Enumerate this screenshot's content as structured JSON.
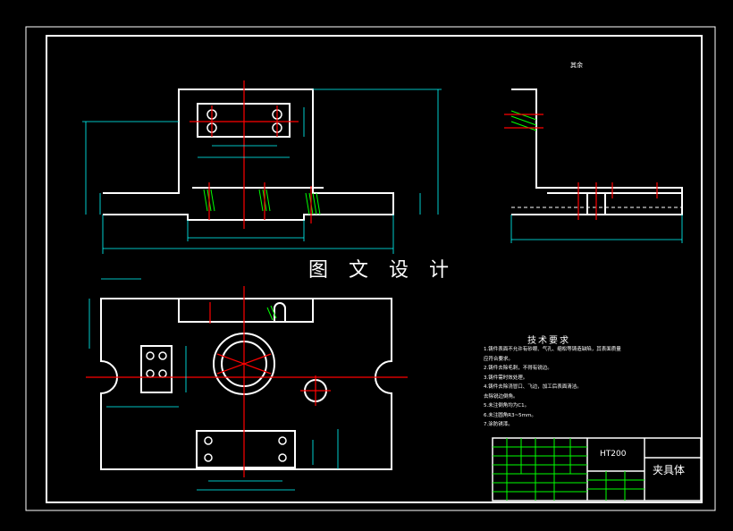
{
  "watermark": "图 文 设 计",
  "roughness_note": "其余",
  "tech_requirements": {
    "title": "技术要求",
    "lines": [
      "1.铸件表面不允许有砂眼、气孔、缩松等铸造缺陷，其表面质量",
      "   应符合要求。",
      "2.铸件去除毛刺，不得有锐边。",
      "3.铸件需时效处理。",
      "4.铸件去除浇冒口、飞边，加工后表面清洁。",
      "   去除锐边倒角。",
      "5.未注倒角均为C1。",
      "6.未注圆角R3~5mm。",
      "7.涂防锈漆。"
    ]
  },
  "title_block": {
    "material": "HT200",
    "part_name": "夹具体"
  },
  "colors": {
    "background": "#000000",
    "outline": "#ffffff",
    "center_line": "#ff0000",
    "section_hatch": "#00ff00",
    "dimension": "#00ffff",
    "table_border": "#00ff00"
  }
}
